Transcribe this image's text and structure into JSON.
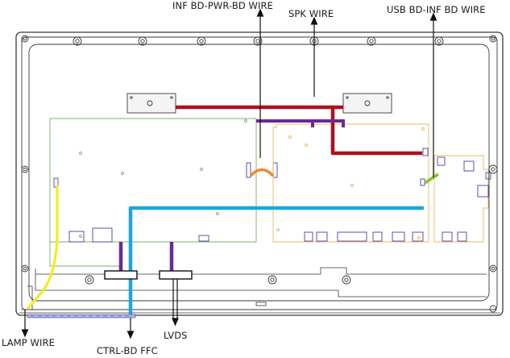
{
  "labels": {
    "inf_bd_pwr_bd_wire": "INF BD-PWR-BD WIRE",
    "spk_wire": "SPK WIRE",
    "usb_bd_inf_bd_wire": "USB BD-INF BD WIRE",
    "lamp_wire": "LAMP WIRE",
    "ctrl_bd_ffc": "CTRL-BD FFC",
    "lvds": "LVDS"
  },
  "colors": {
    "outline": "#3a3a3a",
    "board_green": "#7fb069",
    "board_orange": "#e9b765",
    "board_purple": "#4a3fa5",
    "spk_wire": "#b0101a",
    "inf_wire_purple": "#6a2a96",
    "inf_wire_orange": "#f08a2c",
    "usb_wire": "#8cc63f",
    "lamp_wire": "#f2ee1e",
    "lvds_cable": "#1aa7e0",
    "ffc": "#6a2a96"
  }
}
